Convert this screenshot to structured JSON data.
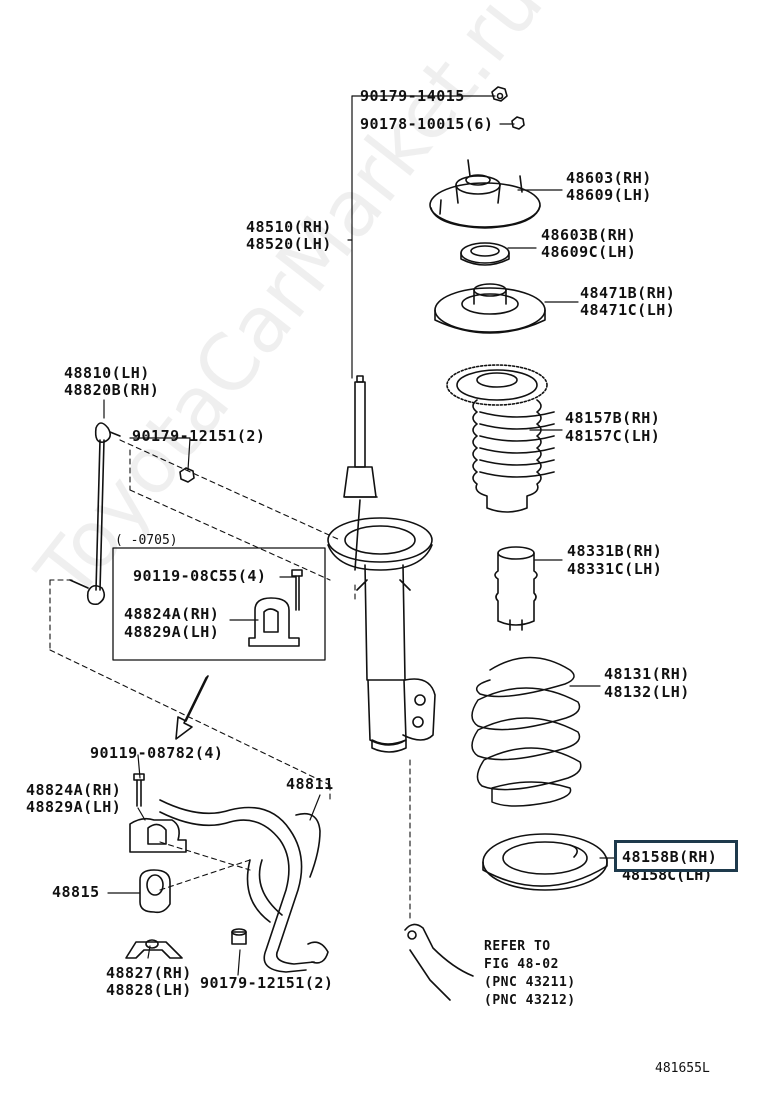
{
  "watermark": "ToyotaCarMarket.ru",
  "labels": {
    "nut_14015": "90179-14015",
    "nut_10015": "90178-10015(6)",
    "support_rh": "48603(RH)",
    "support_lh": "48609(LH)",
    "strut_rh": "48510(RH)",
    "strut_lh": "48520(LH)",
    "bearing_rh": "48603B(RH)",
    "bearing_lh": "48609C(LH)",
    "upper_seat_rh": "48471B(RH)",
    "upper_seat_lh": "48471C(LH)",
    "link_lh": "48810(LH)",
    "link_rh": "48820B(RH)",
    "nut_12151_a": "90179-12151(2)",
    "boot_rh": "48157B(RH)",
    "boot_lh": "48157C(LH)",
    "date_range": "(    -0705)",
    "bolt_08c55": "90119-08C55(4)",
    "bush_inset_rh": "48824A(RH)",
    "bush_inset_lh": "48829A(LH)",
    "bumper_rh": "48331B(RH)",
    "bumper_lh": "48331C(LH)",
    "spring_rh": "48131(RH)",
    "spring_lh": "48132(LH)",
    "bolt_08782": "90119-08782(4)",
    "bush_rh": "48824A(RH)",
    "bush_lh": "48829A(LH)",
    "stabilizer": "48811",
    "insulator_rh": "48158B(RH)",
    "insulator_lh": "48158C(LH)",
    "stab_bush": "48815",
    "bracket_rh": "48827(RH)",
    "bracket_lh": "48828(LH)",
    "nut_12151_b": "90179-12151(2)",
    "refer_1": "REFER TO",
    "refer_2": "FIG 48-02",
    "refer_3": "(PNC 43211)",
    "refer_4": "(PNC 43212)",
    "diagram_id": "481655L"
  },
  "highlight_color": "#1e3a4c"
}
